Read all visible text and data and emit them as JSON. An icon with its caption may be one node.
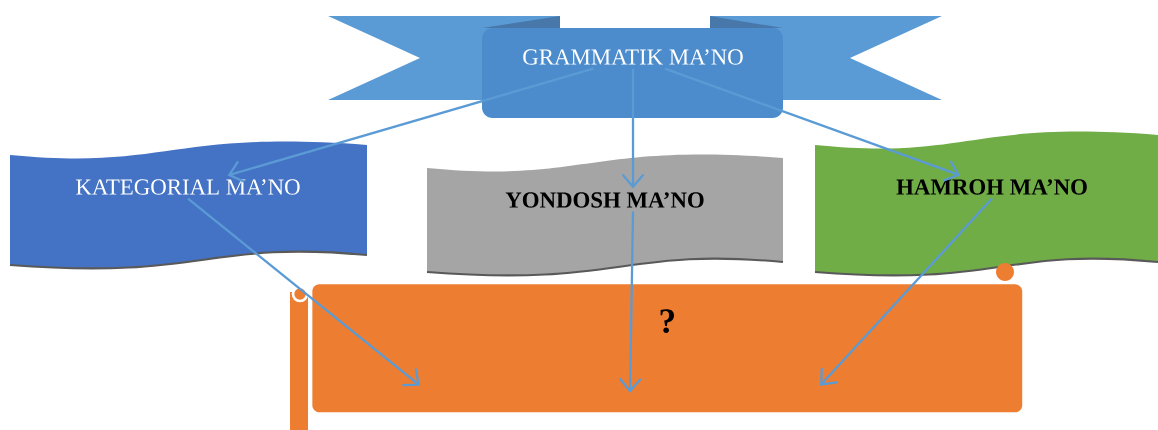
{
  "diagram": {
    "nodes": [
      {
        "text": [
          "GRAMMATIK MA’NO"
        ]
      },
      {
        "text": [
          "KATEGORIAL MA’NO"
        ]
      },
      {
        "text": [
          "YONDOSH MA’NO"
        ]
      },
      {
        "text": [
          "HAMROH MA’NO"
        ]
      },
      {
        "text": [
          "?"
        ]
      }
    ],
    "edges": [
      {
        "from": 0,
        "to": 1,
        "arrow": "to"
      },
      {
        "from": 0,
        "to": 2,
        "arrow": "to"
      },
      {
        "from": 0,
        "to": 3,
        "arrow": "to"
      },
      {
        "from": 1,
        "to": 4,
        "arrow": "to"
      },
      {
        "from": 2,
        "to": 4,
        "arrow": "to"
      },
      {
        "from": 3,
        "to": 4,
        "arrow": "to"
      }
    ]
  }
}
